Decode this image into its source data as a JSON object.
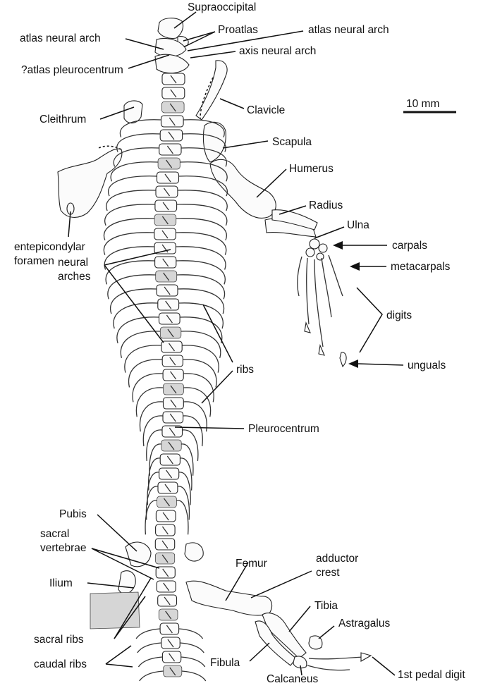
{
  "scale_bar": {
    "label": "10 mm"
  },
  "labels": {
    "supraoccipital": "Supraoccipital",
    "atlas_neural_arch_left": "atlas neural arch",
    "proatlas": "Proatlas",
    "atlas_neural_arch_right": "atlas neural arch",
    "axis_neural_arch": "axis neural arch",
    "atlas_pleurocentrum": "?atlas pleurocentrum",
    "cleithrum": "Cleithrum",
    "clavicle": "Clavicle",
    "scapula": "Scapula",
    "humerus": "Humerus",
    "radius": "Radius",
    "ulna": "Ulna",
    "carpals": "carpals",
    "metacarpals": "metacarpals",
    "entepicondylar_1": "entepicondylar",
    "entepicondylar_2": "foramen",
    "neural_arches_1": "neural",
    "neural_arches_2": "arches",
    "digits": "digits",
    "ribs": "ribs",
    "unguals": "unguals",
    "pleurocentrum": "Pleurocentrum",
    "pubis": "Pubis",
    "sacral_vertebrae_1": "sacral",
    "sacral_vertebrae_2": "vertebrae",
    "femur": "Femur",
    "adductor_crest_1": "adductor",
    "adductor_crest_2": "crest",
    "ilium": "Ilium",
    "tibia": "Tibia",
    "astragalus": "Astragalus",
    "sacral_ribs": "sacral ribs",
    "caudal_ribs": "caudal ribs",
    "fibula": "Fibula",
    "first_pedal_digit": "1st pedal digit",
    "calcaneus": "Calcaneus"
  }
}
